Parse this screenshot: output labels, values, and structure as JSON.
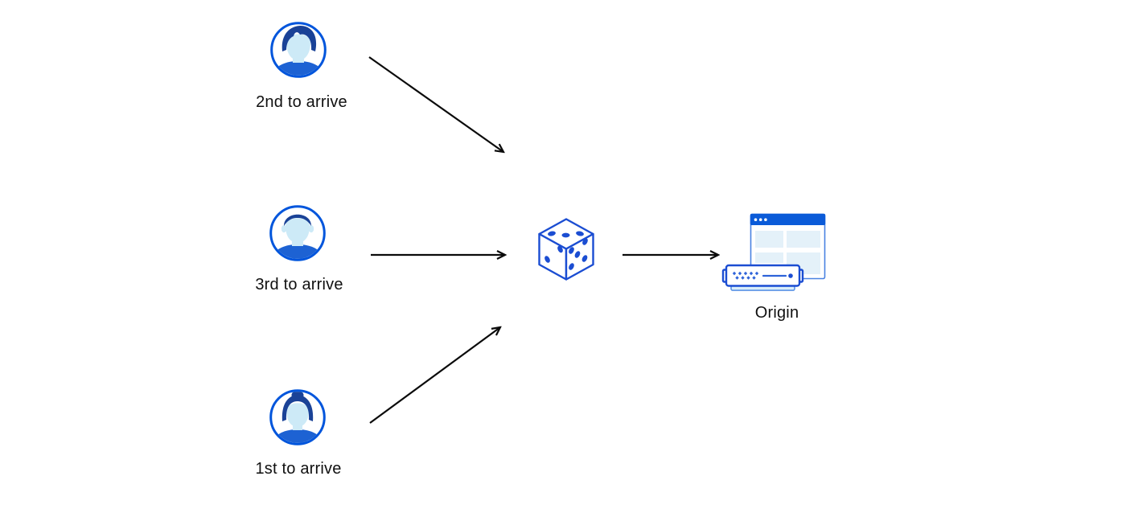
{
  "diagram": {
    "clients": [
      {
        "id": "second",
        "label": "2nd to arrive",
        "icon": "user-avatar-man-swept-hair-icon"
      },
      {
        "id": "third",
        "label": "3rd to arrive",
        "icon": "user-avatar-man-flat-top-icon"
      },
      {
        "id": "first",
        "label": "1st to arrive",
        "icon": "user-avatar-woman-bun-icon"
      }
    ],
    "balancer": {
      "icon": "dice-icon"
    },
    "origin": {
      "label": "Origin",
      "icon": "origin-server-browser-icon"
    }
  },
  "colors": {
    "avatar_ring_blue": "#0055dc",
    "hair_dark_blue": "#1a4297",
    "shirt_blue": "#1d62d3",
    "skin_light_blue": "#cdeaf7",
    "dice_blue": "#1b4dd2",
    "titlebar_blue": "#0b5bd8",
    "panel_light_blue": "#e4f1f9",
    "window_border_blue": "#4a82e2",
    "server_accent_blue": "#2e63d9",
    "server_shadow_blue": "#dbeefa",
    "arrow_black": "#0b0b0b",
    "label_text": "#101010",
    "background": "#ffffff"
  }
}
